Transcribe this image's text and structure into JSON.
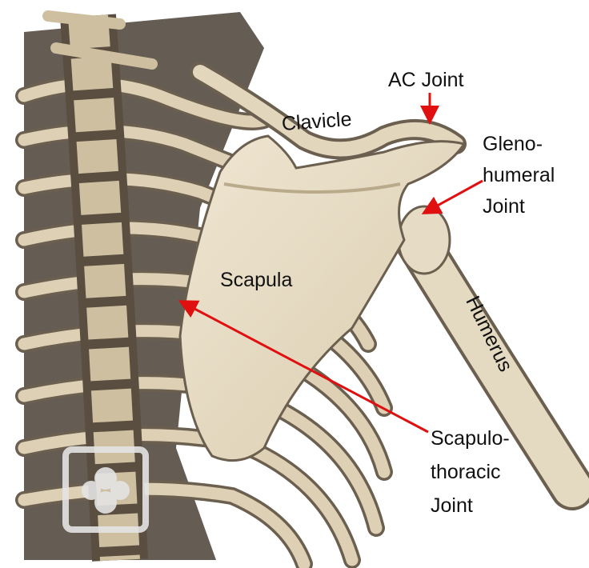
{
  "labels": {
    "ac_joint": "AC Joint",
    "clavicle": "Clavicle",
    "glenohumeral": [
      "Gleno-",
      "humeral",
      "Joint"
    ],
    "scapula": "Scapula",
    "humerus": "Humerus",
    "scapulothoracic": [
      "Scapulo-",
      "thoracic",
      "Joint"
    ]
  },
  "colors": {
    "bone": "#e2d6bd",
    "bone_shadow": "#8a7d68",
    "arrow": "#e01010",
    "dark": "#3a3128"
  },
  "watermark": {
    "icon": "medical-cross-logo-icon"
  }
}
